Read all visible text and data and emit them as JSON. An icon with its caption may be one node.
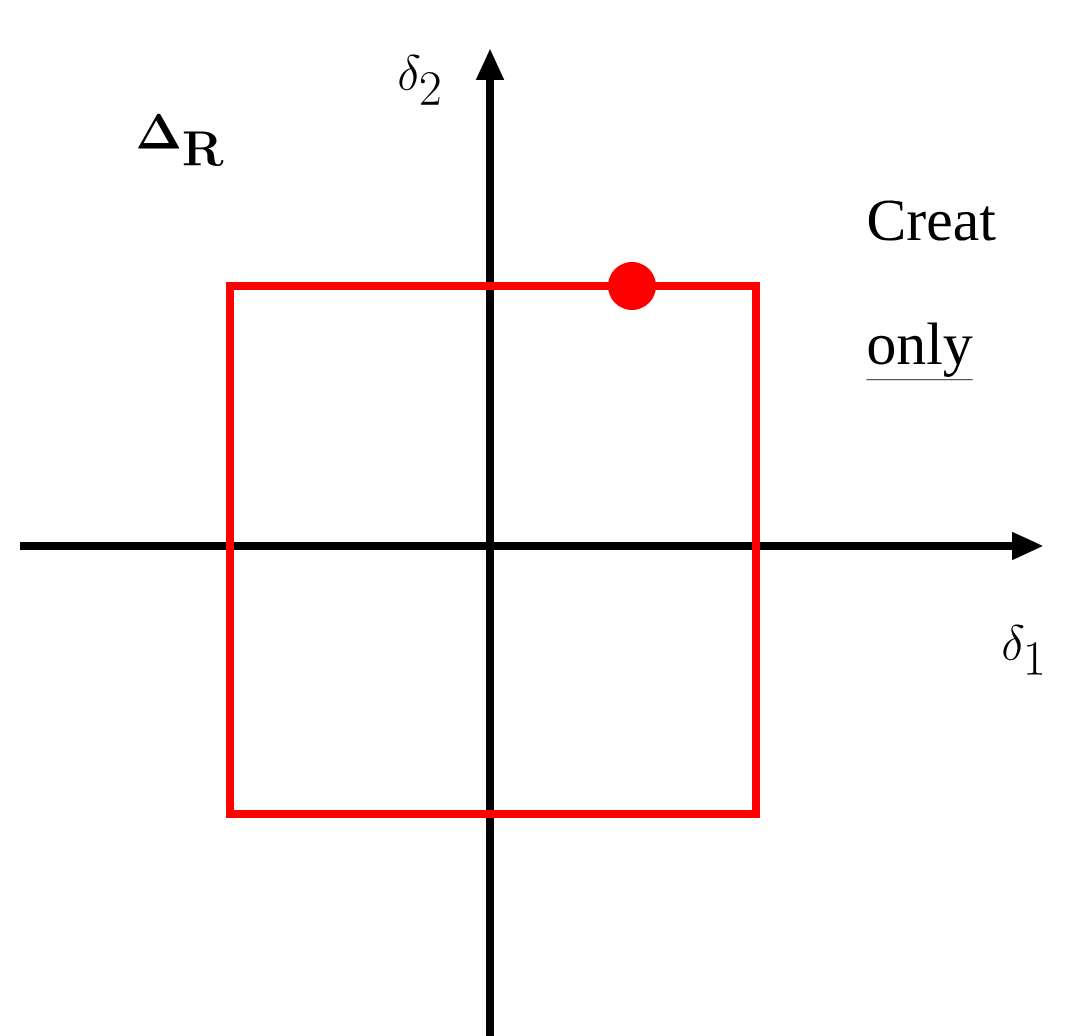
{
  "diagram": {
    "labels": [
      "\\mathbf{\\Delta}_{\\mathbf{R}}",
      "\\delta_2",
      "Creat",
      "only",
      "\\delta_1"
    ]
  }
}
